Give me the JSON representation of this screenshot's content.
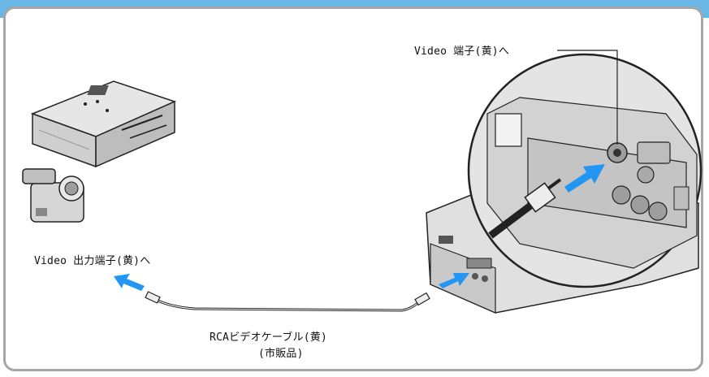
{
  "labels": {
    "video_in": "Video 端子(黄)へ",
    "video_out": "Video 出力端子(黄)へ",
    "cable_line1": "RCAビデオケーブル(黄)",
    "cable_line2": "(市販品)"
  },
  "colors": {
    "header": "#6ab7e6",
    "frame": "#a6a6a6",
    "arrow": "#2196f3",
    "device_fill": "#d9d9d9"
  }
}
